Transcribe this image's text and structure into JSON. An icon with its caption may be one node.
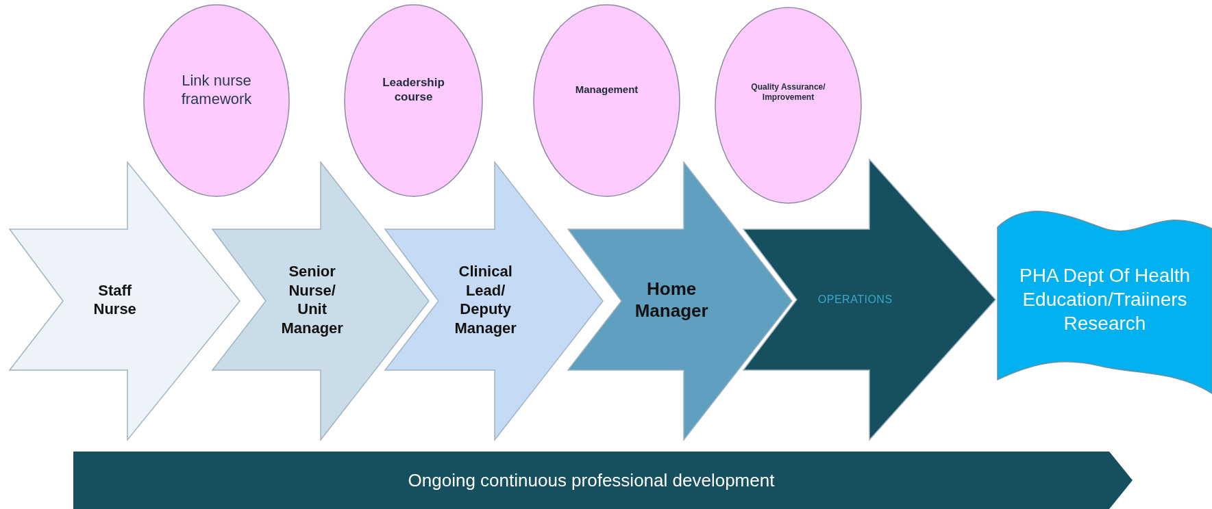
{
  "diagram": {
    "nodes": [
      {
        "text": [
          "Staff Nurse"
        ]
      },
      {
        "text": [
          "Senior Nurse/ Unit Manager"
        ]
      },
      {
        "text": [
          "Clinical Lead/ Deputy Manager"
        ]
      },
      {
        "text": [
          "Home Manager"
        ]
      },
      {
        "text": [
          "OPERATIONS"
        ]
      },
      {
        "text": [
          "PHA Dept Of Health Education/Traiiners Research"
        ]
      },
      {
        "text": [
          "Link nurse framework"
        ]
      },
      {
        "text": [
          "Leadership course"
        ]
      },
      {
        "text": [
          "Management"
        ]
      },
      {
        "text": [
          "Quality Assurance/ Improvement"
        ]
      },
      {
        "text": [
          "Ongoing continuous professional development"
        ]
      }
    ]
  }
}
